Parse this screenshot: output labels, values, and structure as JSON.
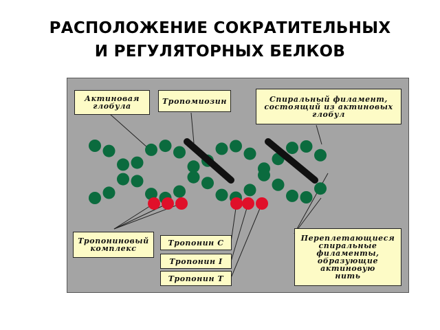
{
  "title": {
    "line1": "РАСПОЛОЖЕНИЕ СОКРАТИТЕЛЬНЫХ",
    "line2": "И РЕГУЛЯТОРНЫХ БЕЛКОВ"
  },
  "labels": {
    "actin_globule": "Актиновая\nглобула",
    "tropomyosin": "Тропомиозин",
    "spiral_filament": "Спиральный филамент,\nсостоящий из актиновых\nглобул",
    "troponin_complex": "Тропониновый\nкомплекс",
    "troponin_c": "Тропонин С",
    "troponin_i": "Тропонин I",
    "troponin_t": "Тропонин Т",
    "intertwined_filaments": "Переплетающиеся\nспиральные\nфиламенты,\nобразующие\nактиновую\nнить"
  },
  "colors": {
    "background": "#a4a4a4",
    "actin": "#0b6b3e",
    "troponin": "#e0102a",
    "tropomyosin": "#111111",
    "label_fill": "#fdfbc6"
  }
}
